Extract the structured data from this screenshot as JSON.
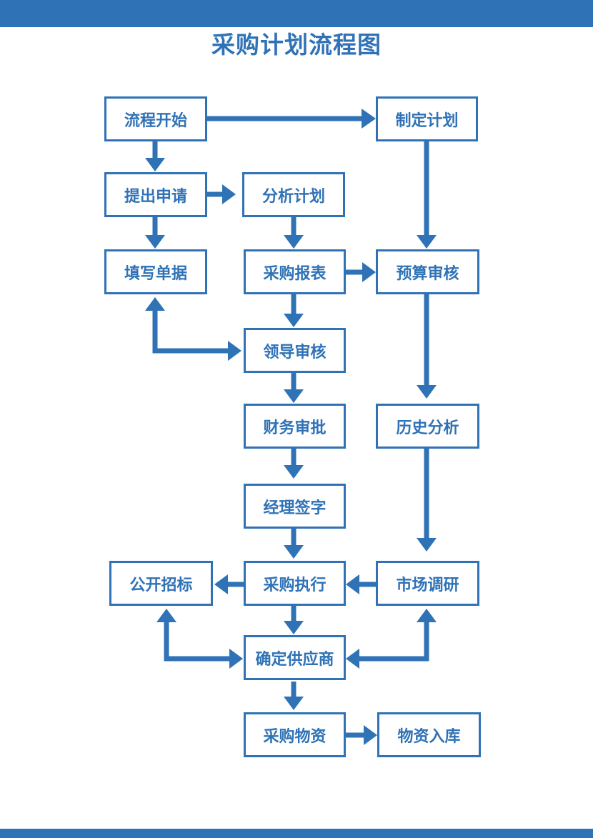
{
  "title": "采购计划流程图",
  "colors": {
    "accent": "#2f72b6",
    "background": "#ffffff"
  },
  "nodes": {
    "start": "流程开始",
    "make_plan": "制定计划",
    "submit_request": "提出申请",
    "analyze_plan": "分析计划",
    "fill_form": "填写单据",
    "purchase_report": "采购报表",
    "budget_review": "预算审核",
    "leader_review": "领导审核",
    "finance_approval": "财务审批",
    "history_analysis": "历史分析",
    "manager_sign": "经理签字",
    "public_tender": "公开招标",
    "purchase_execute": "采购执行",
    "market_research": "市场调研",
    "confirm_supplier": "确定供应商",
    "purchase_goods": "采购物资",
    "goods_storage": "物资入库"
  }
}
